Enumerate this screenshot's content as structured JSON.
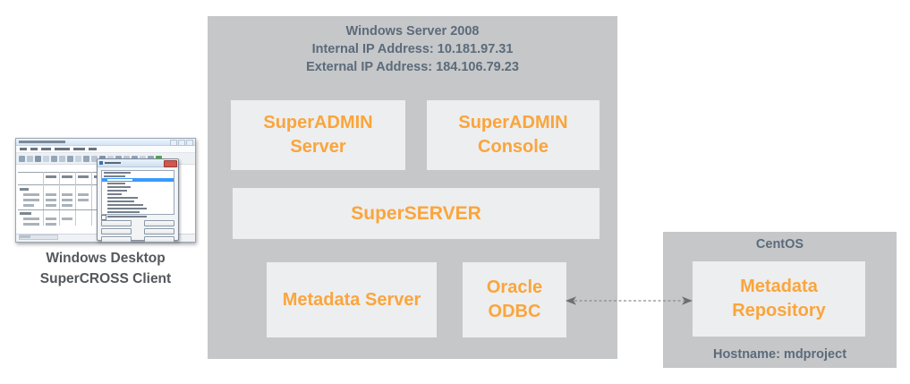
{
  "colors": {
    "accent_orange": "#FAA53C",
    "slate_text": "#5B6B7A",
    "container_gray": "#C6C7C9",
    "node_bg": "#EDEEEF",
    "caption_gray": "#55585C",
    "selection_blue": "#3B99FC",
    "dialog_close_red": "#D0564E"
  },
  "client": {
    "caption_line1": "Windows Desktop",
    "caption_line2": "SuperCROSS Client"
  },
  "windows_server": {
    "title": "Windows Server 2008",
    "internal_ip": "Internal IP Address: 10.181.97.31",
    "external_ip": "External IP Address: 184.106.79.23",
    "boxes": {
      "superadmin_server": {
        "line1": "SuperADMIN",
        "line2": "Server"
      },
      "superadmin_console": {
        "line1": "SuperADMIN",
        "line2": "Console"
      },
      "superserver": {
        "label": "SuperSERVER"
      },
      "metadata_server": {
        "label": "Metadata Server"
      },
      "oracle_odbc": {
        "line1": "Oracle",
        "line2": "ODBC"
      }
    }
  },
  "centos": {
    "title": "CentOS",
    "box": {
      "line1": "Metadata",
      "line2": "Repository"
    },
    "hostname": "Hostname: mdproject"
  },
  "connection": {
    "name": "oracle-odbc-to-metadata-repository",
    "style": "dashed-double-arrow"
  }
}
